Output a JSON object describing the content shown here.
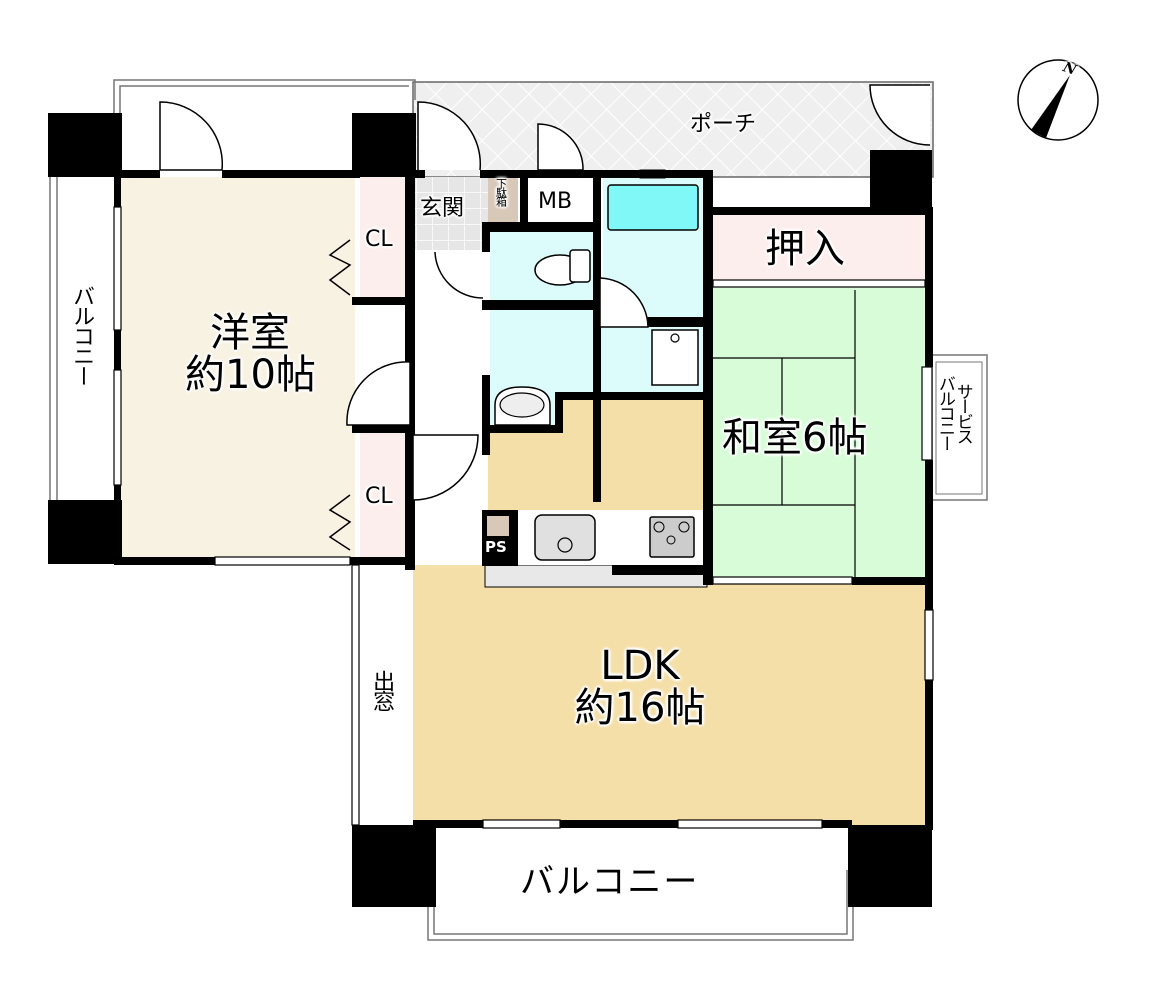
{
  "floor_plan": {
    "layout_type": "2LDK",
    "colors": {
      "wall": "#000000",
      "western_room_floor": "#f8f2e2",
      "ldk_floor": "#f5dfa8",
      "japanese_room_floor": "#d8fcd8",
      "wet_area_floor": "#dcfcfc",
      "closet_floor": "#fdeeee",
      "entrance_floor": "#e8e8e8",
      "porch_floor": "#f0f0f0",
      "bathtub": "#80f8f8",
      "shoe_box": "#d8c8b8"
    },
    "rooms": {
      "western_room": {
        "name": "洋室",
        "size": "約10帖"
      },
      "ldk": {
        "name": "LDK",
        "size": "約16帖"
      },
      "japanese_room": {
        "name": "和室6帖"
      },
      "oshiire": {
        "name": "押入"
      },
      "closet_upper": {
        "name": "CL"
      },
      "closet_lower": {
        "name": "CL"
      },
      "entrance": {
        "name": "玄関"
      },
      "shoe_box": {
        "name": "下駄箱"
      },
      "meter_box": {
        "name": "MB"
      },
      "pipe_space": {
        "name": "PS"
      },
      "porch": {
        "name": "ポーチ"
      },
      "bay_window": {
        "name": "出窓"
      },
      "balcony_main": {
        "name": "バルコニー"
      },
      "balcony_west": {
        "name": "バルコニー"
      },
      "service_balcony": {
        "name": "サービスバルコニー",
        "line1": "サービス",
        "line2": "バルコニー"
      }
    },
    "compass": {
      "label": "N",
      "rotation_deg": 20
    }
  }
}
